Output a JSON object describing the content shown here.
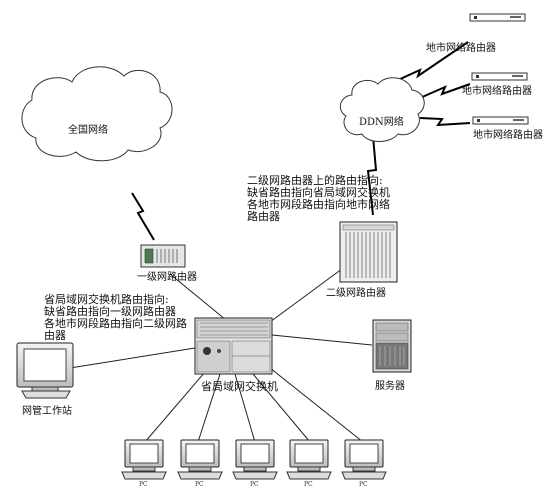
{
  "clouds": {
    "national": "全国网络",
    "ddn": "DDN网络"
  },
  "routers": {
    "city_1": "地市网络路由器",
    "city_2": "地市网络路由器",
    "city_3": "地市网络路由器",
    "level1": "一级网路由器",
    "level2": "二级网路由器"
  },
  "notes": {
    "level2": [
      "二级网路由器上的路由指向:",
      "缺省路由指向省局域网交换机",
      "各地市网段路由指向地市网络",
      "路由器"
    ],
    "switch": [
      "省局域网交换机路由指向:",
      "缺省路由指向一级网路由器",
      "各地市网段路由指向二级网路",
      "由器"
    ]
  },
  "switch_label": "省局域网交换机",
  "server_label": "服务器",
  "workstation_label": "网管工作站",
  "pcs": [
    "PC",
    "PC",
    "PC",
    "PC",
    "PC"
  ]
}
